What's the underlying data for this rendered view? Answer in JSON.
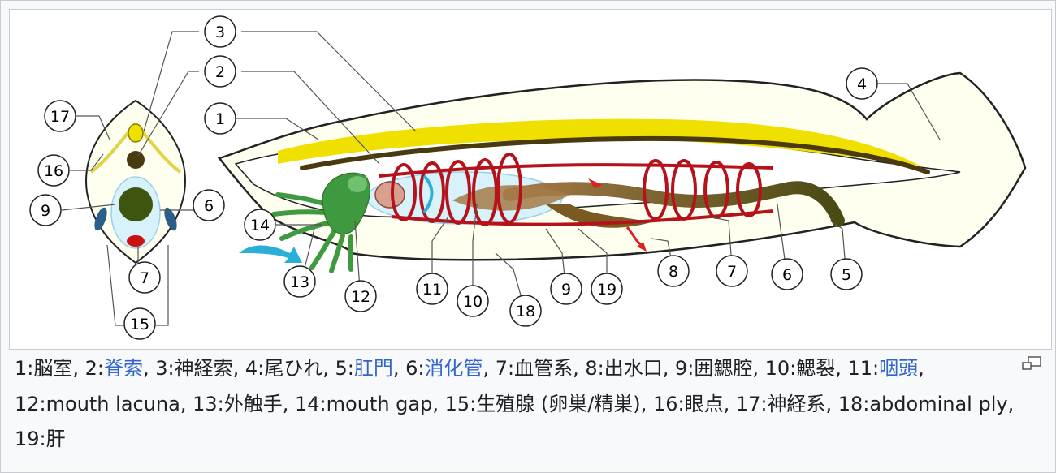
{
  "labels": {
    "n1": "1",
    "n2": "2",
    "n3": "3",
    "n4": "4",
    "n5": "5",
    "n6": "6",
    "n7": "7",
    "n8": "8",
    "n9": "9",
    "n10": "10",
    "n11": "11",
    "n12": "12",
    "n13": "13",
    "n14": "14",
    "n15": "15",
    "n16": "16",
    "n17": "17",
    "n18": "18",
    "n19": "19"
  },
  "caption": {
    "items": [
      {
        "num": "1:",
        "text": "脳室",
        "link": false
      },
      {
        "num": "2:",
        "text": "脊索",
        "link": true
      },
      {
        "num": "3:",
        "text": "神経索",
        "link": false
      },
      {
        "num": "4:",
        "text": "尾ひれ",
        "link": false
      },
      {
        "num": "5:",
        "text": "肛門",
        "link": true
      },
      {
        "num": "6:",
        "text": "消化管",
        "link": true
      },
      {
        "num": "7:",
        "text": "血管系",
        "link": false
      },
      {
        "num": "8:",
        "text": "出水口",
        "link": false
      },
      {
        "num": "9:",
        "text": "囲鰓腔",
        "link": false
      },
      {
        "num": "10:",
        "text": "鰓裂",
        "link": false
      },
      {
        "num": "11:",
        "text": "咽頭",
        "link": true
      },
      {
        "num": "12:",
        "text": "mouth lacuna",
        "link": false
      },
      {
        "num": "13:",
        "text": "外触手",
        "link": false
      },
      {
        "num": "14:",
        "text": "mouth gap",
        "link": false
      },
      {
        "num": "15:",
        "text": "生殖腺 (卵巣/精巣)",
        "link": false
      },
      {
        "num": "16:",
        "text": "眼点",
        "link": false
      },
      {
        "num": "17:",
        "text": "神経系",
        "link": false
      },
      {
        "num": "18:",
        "text": "abdominal ply",
        "link": false
      },
      {
        "num": "19:",
        "text": "肝",
        "link": false
      }
    ]
  },
  "colors": {
    "link": "#3366cc",
    "text": "#202122",
    "nerve": "#f0e000",
    "notochord": "#4a3a10",
    "blood": "#b5121b",
    "gut": "#6b4a1e",
    "tentacle": "#3f9a3f",
    "water": "#2ab0d8"
  },
  "icons": {
    "magnify": "magnify-clip-icon"
  }
}
